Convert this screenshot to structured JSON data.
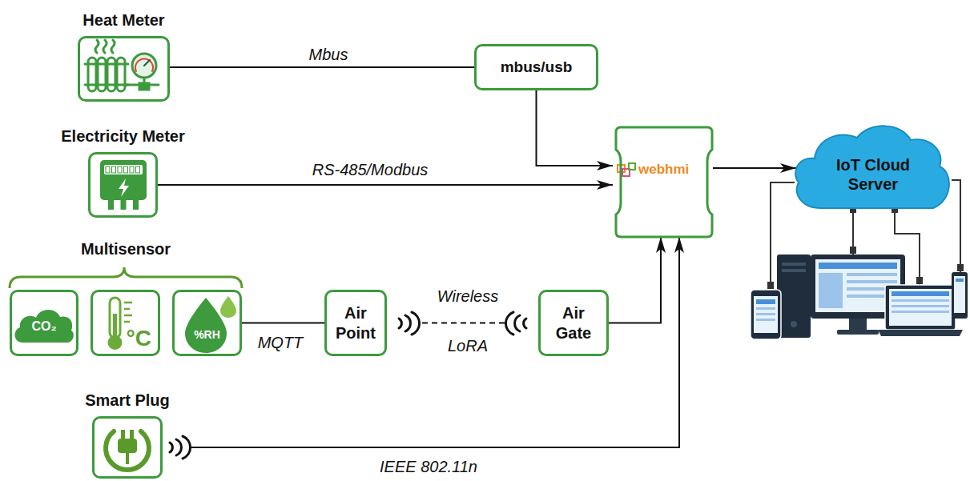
{
  "diagram": {
    "nodes": [
      {
        "text": [
          "Heat Meter"
        ]
      },
      {
        "text": [
          "mbus/usb"
        ]
      },
      {
        "text": [
          "Electricity Meter"
        ]
      },
      {
        "text": [
          "webhmi"
        ]
      },
      {
        "text": [
          "IoT Cloud Server"
        ]
      },
      {
        "text": [
          "Multisensor"
        ]
      },
      {
        "text": [
          "CO₂"
        ],
        "in": 5
      },
      {
        "text": [
          "°C"
        ],
        "in": 5
      },
      {
        "text": [
          "%RH"
        ],
        "in": 5
      },
      {
        "text": [
          "Air Point"
        ]
      },
      {
        "text": [
          "Air Gate"
        ]
      },
      {
        "text": [
          "Smart Plug"
        ]
      }
    ],
    "edges": [
      {
        "from": 0,
        "to": 1,
        "label": "Mbus",
        "arrow": "none"
      },
      {
        "from": 1,
        "to": 3,
        "arrow": "to"
      },
      {
        "from": 2,
        "to": 3,
        "label": "RS-485/Modbus",
        "arrow": "to"
      },
      {
        "from": 8,
        "to": 9,
        "label": "MQTT",
        "arrow": "none"
      },
      {
        "from": 9,
        "to": 10,
        "label": "Wireless",
        "arrow": "none"
      },
      {
        "from": 10,
        "to": 3,
        "arrow": "to"
      },
      {
        "from": 11,
        "to": 3,
        "label": "IEEE 802.11n",
        "arrow": "to"
      },
      {
        "from": 3,
        "to": 4,
        "arrow": "to"
      }
    ],
    "labels": [
      "LoRA"
    ]
  }
}
